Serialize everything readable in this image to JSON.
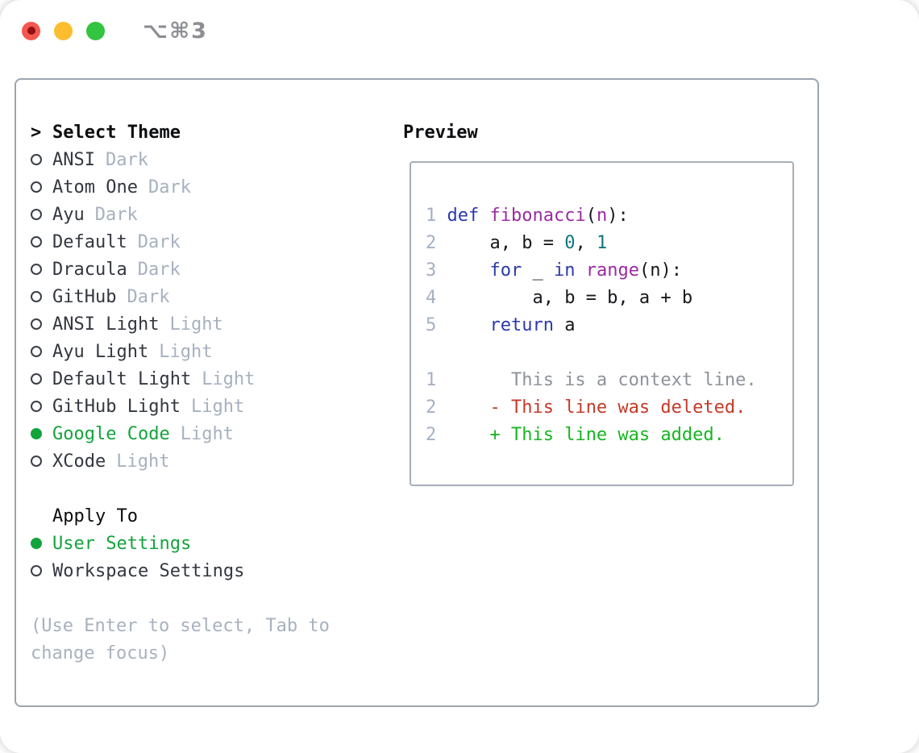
{
  "window": {
    "title": "⌥⌘3",
    "traffic_lights": [
      "close",
      "minimize",
      "zoom"
    ]
  },
  "theme_list": {
    "header_prefix": ">",
    "header": "Select Theme",
    "items": [
      {
        "name": "ANSI",
        "variant": "Dark",
        "selected": false
      },
      {
        "name": "Atom One",
        "variant": "Dark",
        "selected": false
      },
      {
        "name": "Ayu",
        "variant": "Dark",
        "selected": false
      },
      {
        "name": "Default",
        "variant": "Dark",
        "selected": false
      },
      {
        "name": "Dracula",
        "variant": "Dark",
        "selected": false
      },
      {
        "name": "GitHub",
        "variant": "Dark",
        "selected": false
      },
      {
        "name": "ANSI Light",
        "variant": "Light",
        "selected": false
      },
      {
        "name": "Ayu Light",
        "variant": "Light",
        "selected": false
      },
      {
        "name": "Default Light",
        "variant": "Light",
        "selected": false
      },
      {
        "name": "GitHub Light",
        "variant": "Light",
        "selected": false
      },
      {
        "name": "Google Code",
        "variant": "Light",
        "selected": true
      },
      {
        "name": "XCode",
        "variant": "Light",
        "selected": false
      }
    ]
  },
  "apply_to": {
    "header": "Apply To",
    "items": [
      {
        "name": "User Settings",
        "selected": true
      },
      {
        "name": "Workspace Settings",
        "selected": false
      }
    ]
  },
  "help_text": "(Use Enter to select, Tab to change focus)",
  "preview": {
    "header": "Preview",
    "code_lines": [
      {
        "num": "1",
        "segments": [
          {
            "t": " ",
            "c": "pl"
          },
          {
            "t": "def",
            "c": "kw"
          },
          {
            "t": " ",
            "c": "pl"
          },
          {
            "t": "fibonacci",
            "c": "fn"
          },
          {
            "t": "(",
            "c": "pl"
          },
          {
            "t": "n",
            "c": "fn"
          },
          {
            "t": "):",
            "c": "pl"
          }
        ]
      },
      {
        "num": "2",
        "segments": [
          {
            "t": "     a, b = ",
            "c": "pl"
          },
          {
            "t": "0",
            "c": "num"
          },
          {
            "t": ", ",
            "c": "pl"
          },
          {
            "t": "1",
            "c": "num"
          }
        ]
      },
      {
        "num": "3",
        "segments": [
          {
            "t": "     ",
            "c": "pl"
          },
          {
            "t": "for",
            "c": "kw"
          },
          {
            "t": " _ ",
            "c": "pl"
          },
          {
            "t": "in",
            "c": "kw"
          },
          {
            "t": " ",
            "c": "pl"
          },
          {
            "t": "range",
            "c": "fn"
          },
          {
            "t": "(n):",
            "c": "pl"
          }
        ]
      },
      {
        "num": "4",
        "segments": [
          {
            "t": "         a, b = b, a + b",
            "c": "pl"
          }
        ]
      },
      {
        "num": "5",
        "segments": [
          {
            "t": "     ",
            "c": "pl"
          },
          {
            "t": "return",
            "c": "kw"
          },
          {
            "t": " a",
            "c": "pl"
          }
        ]
      }
    ],
    "diff_lines": [
      {
        "num": "1",
        "segments": [
          {
            "t": "       This is a context line.",
            "c": "ctx"
          }
        ]
      },
      {
        "num": "2",
        "segments": [
          {
            "t": "     ",
            "c": "pl"
          },
          {
            "t": "- This line was deleted.",
            "c": "del"
          }
        ]
      },
      {
        "num": "2",
        "segments": [
          {
            "t": "     ",
            "c": "pl"
          },
          {
            "t": "+ This line was added.",
            "c": "add"
          }
        ]
      }
    ]
  },
  "colors": {
    "selection_green": "#12a43c",
    "added_green": "#18b522",
    "deleted_red": "#c53a28",
    "keyword_blue": "#2c39ae",
    "function_purple": "#9a2ba2",
    "number_teal": "#0e7480",
    "muted_gray": "#a6b1c0",
    "border_gray": "#9ba4af",
    "traffic_red": "#f4574e",
    "traffic_yellow": "#fcbd2f",
    "traffic_green": "#33c440"
  }
}
